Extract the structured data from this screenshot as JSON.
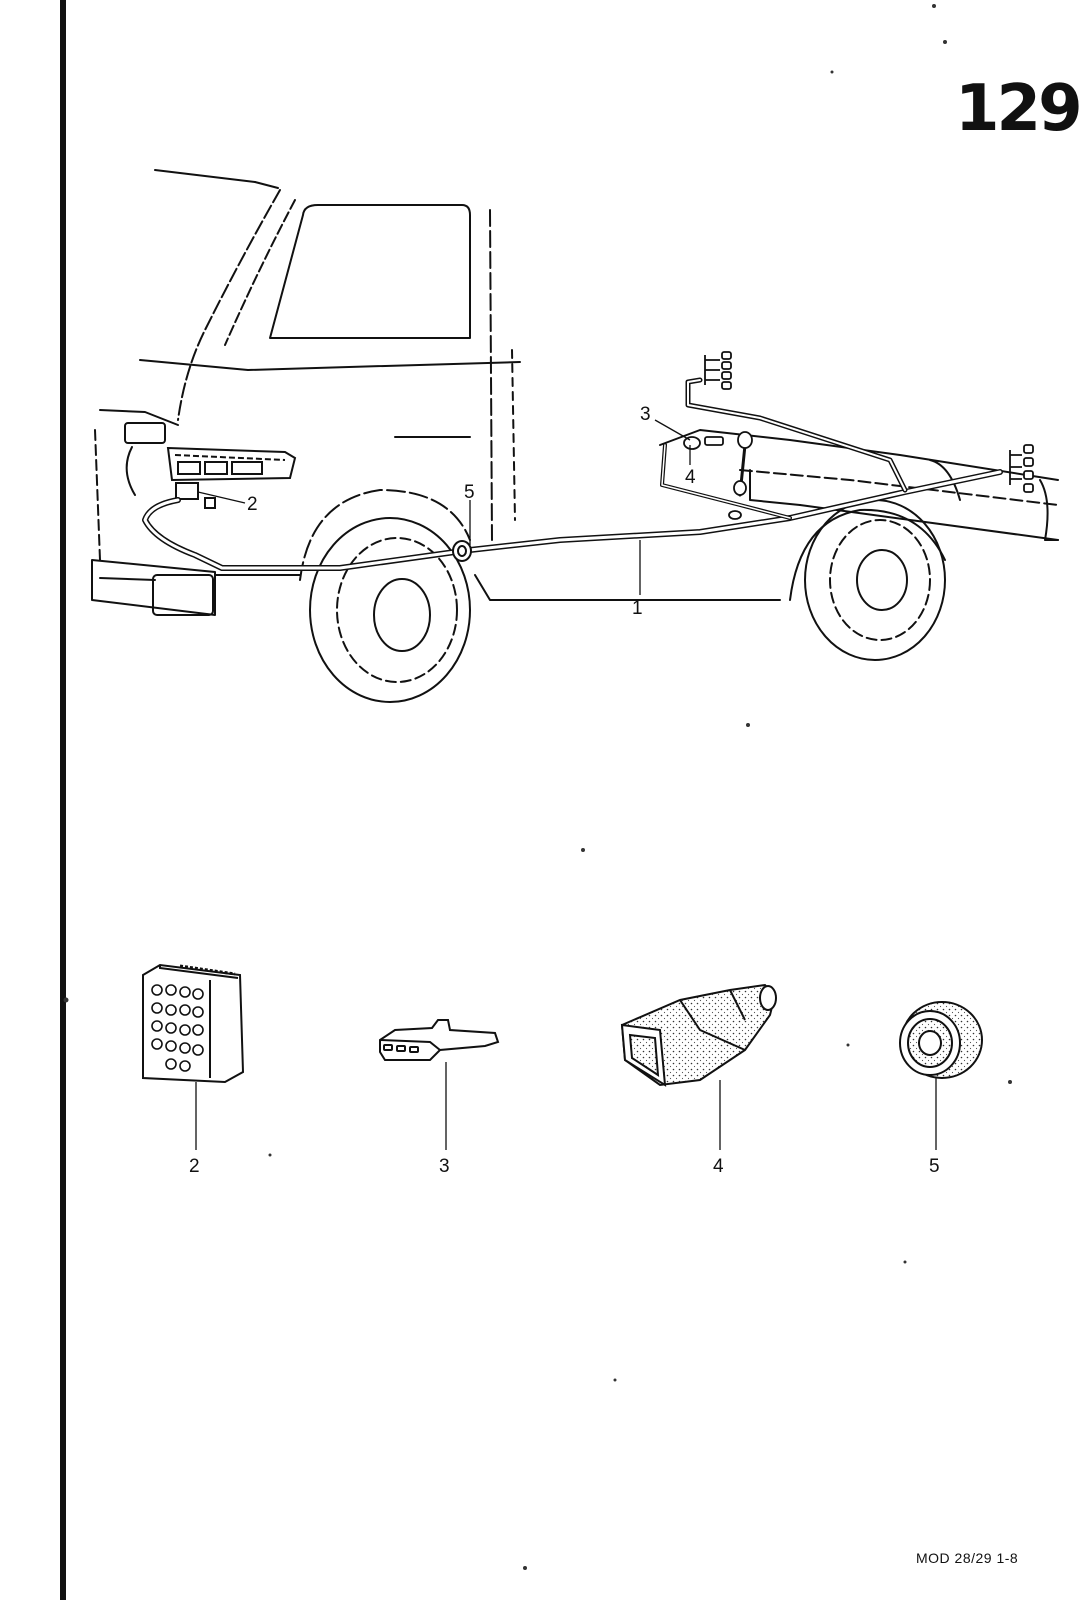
{
  "header": {
    "page_number": "129"
  },
  "callouts": {
    "harness": "1",
    "connector_housing": "2",
    "flat_connector": "3",
    "protective_cap": "4",
    "grommet": "5"
  },
  "parts_row": {
    "connector_housing": "2",
    "flat_connector": "3",
    "protective_cap": "4",
    "grommet": "5"
  },
  "footer": {
    "reference": "MOD 28/29  1-8"
  }
}
